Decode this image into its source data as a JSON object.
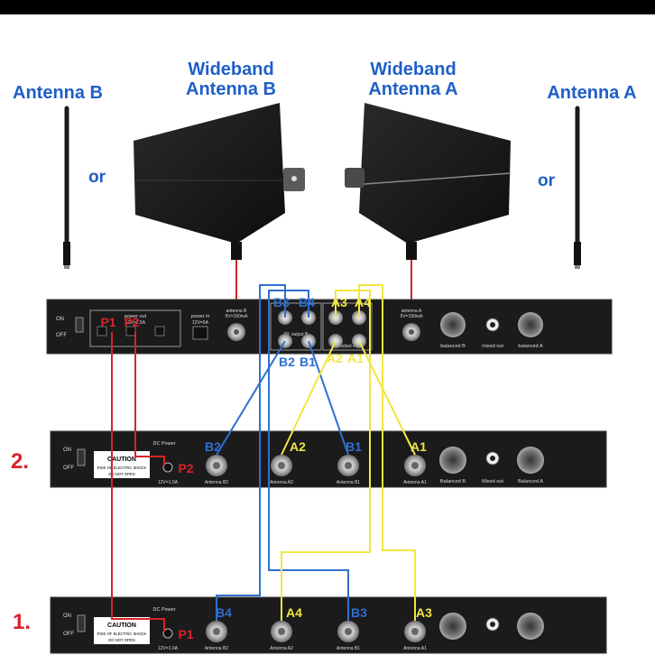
{
  "labels": {
    "antenna_b": "Antenna B",
    "wideband_b_line1": "Wideband",
    "wideband_b_line2": "Antenna B",
    "wideband_a_line1": "Wideband",
    "wideband_a_line2": "Antenna A",
    "antenna_a": "Antenna A",
    "or_left": "or",
    "or_right": "or"
  },
  "distributor": {
    "on": "ON",
    "off": "OFF",
    "power_out": "power out",
    "power_out_spec": "12V=2.5A",
    "power_in": "power in",
    "power_in_spec": "12V=5A",
    "antenna_b_port": "antenna B",
    "antenna_b_spec": "9V=150mA",
    "antenna_a_port": "antenna A",
    "antenna_a_spec": "9V=150mA",
    "rf_output_b": "RF output B",
    "output_a": "output A",
    "balanced_b": "balanced B",
    "mixed_out": "mixed out",
    "balanced_a": "balanced A",
    "p1": "P1",
    "p2": "P2",
    "b3": "B3",
    "b4": "B4",
    "a3": "A3",
    "a4": "A4",
    "b2": "B2",
    "b1": "B1",
    "a2": "A2",
    "a1": "A1"
  },
  "receiver2": {
    "number": "2.",
    "on": "ON",
    "off": "OFF",
    "dc_power": "DC Power",
    "caution": "CAUTION",
    "warn1": "RISK OF ELECTRIC SHOCK",
    "warn2": "DO NOT OPEN",
    "spec": "12V=1.0A",
    "p_label": "P2",
    "port_b2": "Antenna B2",
    "port_a2": "Antenna A2",
    "port_b1": "Antenna B1",
    "port_a1": "Antenna A1",
    "balanced_b": "Balanced B",
    "mixed_out": "Mixed out",
    "balanced_a": "Balanced A",
    "tag_b2": "B2",
    "tag_a2": "A2",
    "tag_b1": "B1",
    "tag_a1": "A1"
  },
  "receiver1": {
    "number": "1.",
    "on": "ON",
    "off": "OFF",
    "dc_power": "DC Power",
    "caution": "CAUTION",
    "warn1": "RISK OF ELECTRIC SHOCK",
    "warn2": "DO NOT OPEN",
    "spec": "12V=1.0A",
    "p_label": "P1",
    "port_b2": "Antenna B2",
    "port_a2": "Antenna A2",
    "port_b1": "Antenna B1",
    "port_a1": "Antenna A1",
    "tag_b4": "B4",
    "tag_a4": "A4",
    "tag_b3": "B3",
    "tag_a3": "A3"
  },
  "colors": {
    "red": "#d8232a",
    "blue": "#2f6fd0",
    "yellow": "#f2e640",
    "label_blue": "#1f5fc8",
    "panel": "#1b1b1b"
  }
}
